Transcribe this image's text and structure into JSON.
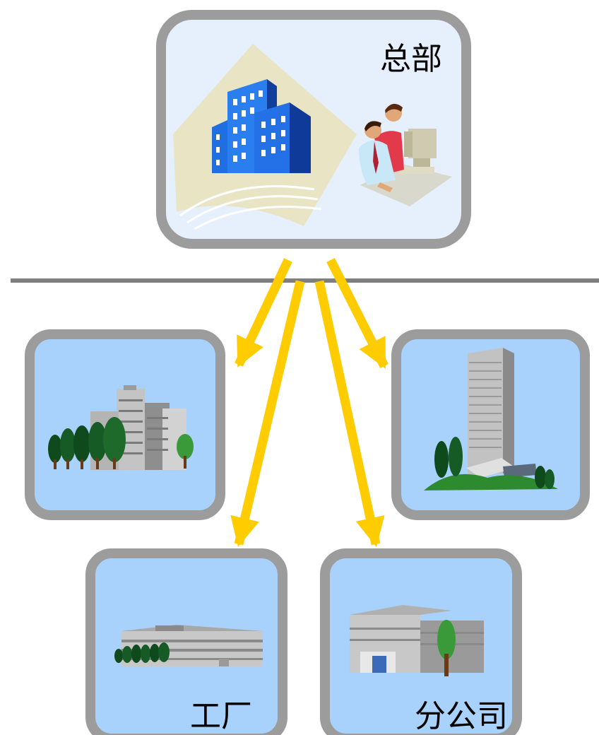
{
  "headquarters": {
    "label": "总部"
  },
  "factory": {
    "label": "工厂"
  },
  "branch": {
    "label": "分公司"
  },
  "colors": {
    "frame": "#9c9c9c",
    "hq_panel": "#e6f0fc",
    "site_panel": "#a8d2fc",
    "arrow": "#ffcc00",
    "divider": "#7f7f7f",
    "building_blue": "#1f6fe0",
    "tree_green": "#1e6a2a"
  }
}
